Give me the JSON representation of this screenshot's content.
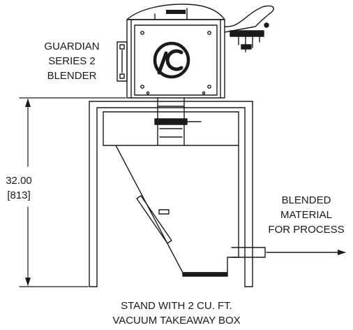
{
  "labels": {
    "blender": [
      "GUARDIAN",
      "SERIES 2",
      "BLENDER"
    ],
    "dimension": [
      "32.00",
      "[813]"
    ],
    "material": [
      "BLENDED",
      "MATERIAL",
      "FOR PROCESS"
    ],
    "stand": [
      "STAND WITH 2 CU. FT.",
      "VACUUM TAKEAWAY BOX"
    ]
  },
  "logo": {
    "icon": "conair-logo"
  },
  "colors": {
    "line": "#1a1a1a",
    "background": "#ffffff"
  }
}
